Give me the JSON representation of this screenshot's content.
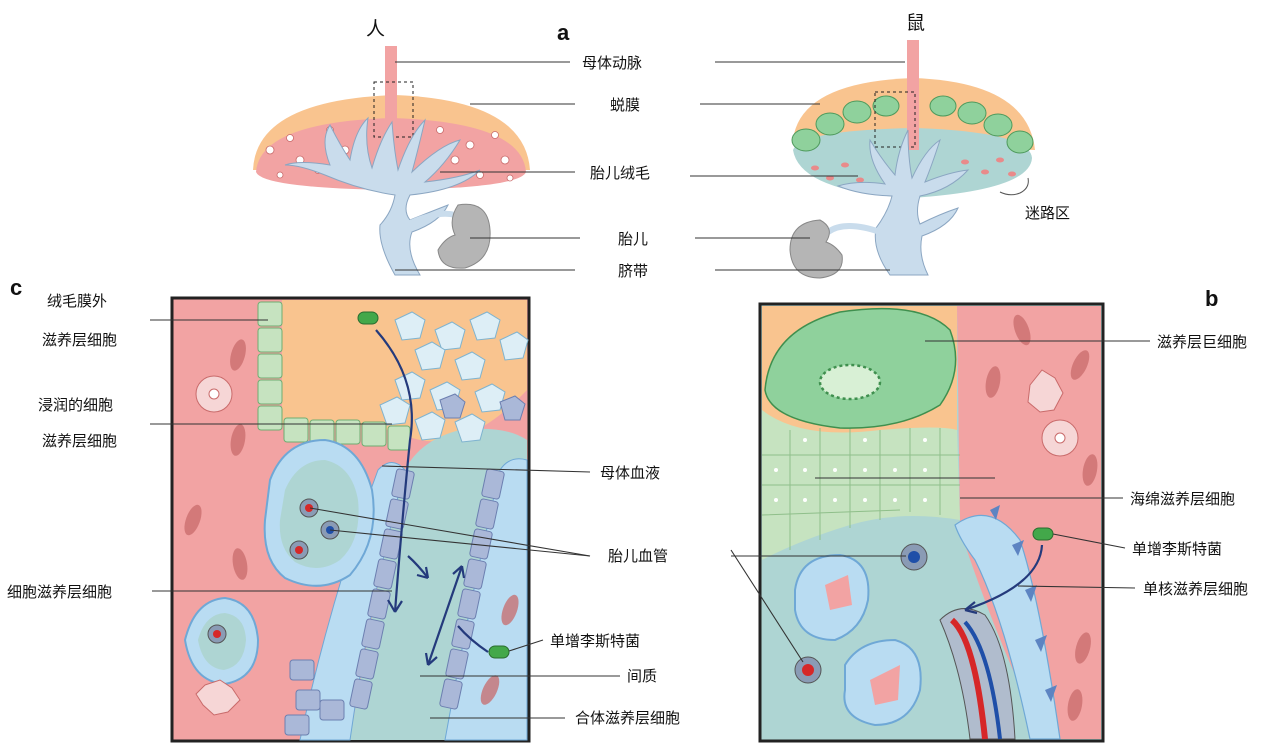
{
  "panel_a": {
    "letter": "a",
    "human": "人",
    "mouse": "鼠",
    "labels": {
      "maternal_artery": "母体动脉",
      "decidua": "蜕膜",
      "fetal_villi": "胎儿绒毛",
      "fetus": "胎儿",
      "umbilical_cord": "脐带",
      "labyrinth": "迷路区"
    }
  },
  "panel_c": {
    "letter": "c",
    "labels": {
      "evt_1": "绒毛膜外",
      "evt_2": "滋养层细胞",
      "invasive_1": "浸润的细胞",
      "invasive_2": "滋养层细胞",
      "cytotrophoblast": "细胞滋养层细胞",
      "listeria": "单增李斯特菌",
      "maternal_blood": "母体血液",
      "fetal_vessel": "胎儿血管",
      "stroma": "间质",
      "syncytiotrophoblast": "合体滋养层细胞"
    }
  },
  "panel_b": {
    "letter": "b",
    "labels": {
      "giant_cell": "滋养层巨细胞",
      "spongio": "海绵滋养层细胞",
      "listeria": "单增李斯特菌",
      "mononuclear": "单核滋养层细胞"
    }
  },
  "colors": {
    "maternal_pink": "#f2a3a3",
    "decidua_orange": "#f9c48f",
    "fetal_blue": "#c9dcec",
    "stroma_teal": "#aed5d3",
    "trophoblast_green": "#c6e3c0",
    "cyto_blue": "#aab8d8",
    "syncytio_blue": "#b9dcf2",
    "giant_green": "#8fd19c",
    "bacteria_green": "#43a84a",
    "arrow_navy": "#243a7c",
    "rbc": "#c96b6b"
  }
}
